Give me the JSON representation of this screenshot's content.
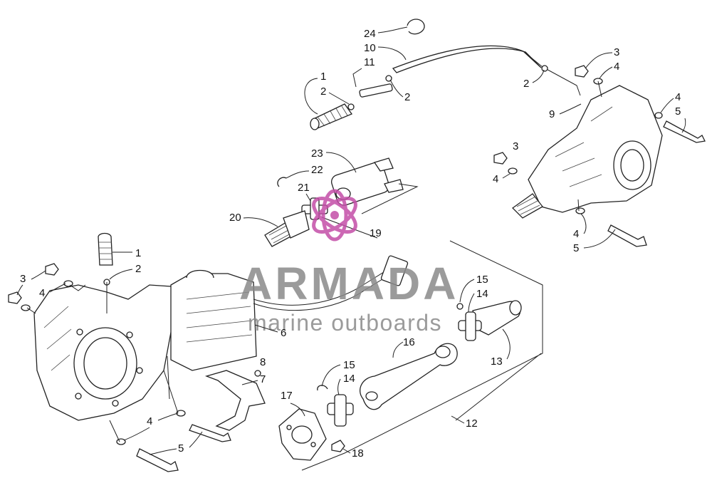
{
  "watermark": {
    "brand": "ARMADA",
    "tagline": "marine outboards",
    "colors": {
      "text": "#8a8a8a",
      "logo": "#c44ea8"
    }
  },
  "callouts": {
    "c24": "24",
    "c10": "10",
    "c11": "11",
    "c1_top": "1",
    "c2_top_a": "2",
    "c2_top_b": "2",
    "c2_top_c": "2",
    "c3_right_top": "3",
    "c4_right_top_a": "4",
    "c4_right_top_b": "4",
    "c5_right_top": "5",
    "c9": "9",
    "c3_right_mid": "3",
    "c4_right_mid": "4",
    "c4_right_bot": "4",
    "c5_right_bot": "5",
    "c23": "23",
    "c22": "22",
    "c21": "21",
    "c20": "20",
    "c19": "19",
    "c1_left": "1",
    "c2_left": "2",
    "c3_left": "3",
    "c4_left": "4",
    "c6": "6",
    "c8": "8",
    "c7": "7",
    "c15_right": "15",
    "c14_right": "14",
    "c13": "13",
    "c16": "16",
    "c15_mid": "15",
    "c14_mid": "14",
    "c17": "17",
    "c18": "18",
    "c12": "12",
    "c4_bottom": "4",
    "c5_bottom": "5"
  }
}
